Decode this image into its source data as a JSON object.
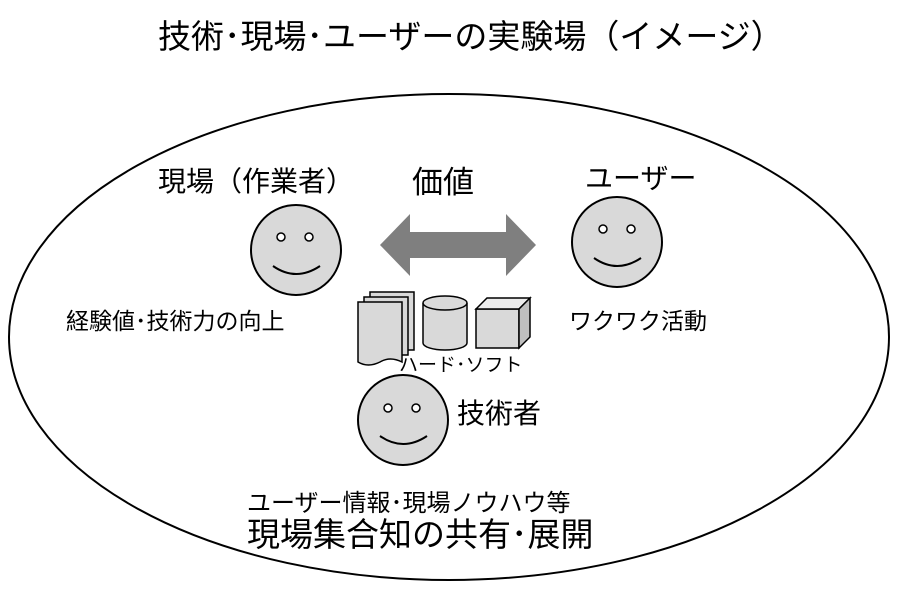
{
  "title": "技術･現場･ユーザーの実験場（イメージ）",
  "genba": {
    "label": "現場（作業者）",
    "sub": "経験値･技術力の向上"
  },
  "user": {
    "label": "ユーザー",
    "sub": "ワクワク活動"
  },
  "value_label": "価値",
  "hardware_label": "ハード･ソフト",
  "engineer": {
    "label": "技術者"
  },
  "sharing": {
    "sub": "ユーザー情報･現場ノウハウ等",
    "main": "現場集合知の共有･展開"
  },
  "colors": {
    "arrow": "#7f7f7f",
    "cylinder": "#d9d9d9",
    "cube": "#d9d9d9",
    "document": "#d9d9d9",
    "stroke": "#000000"
  },
  "icons": {
    "faces": "smiley-face-icon",
    "arrow": "double-arrow-icon",
    "documents": "multi-document-icon",
    "database": "cylinder-icon",
    "cube": "cube-icon"
  }
}
